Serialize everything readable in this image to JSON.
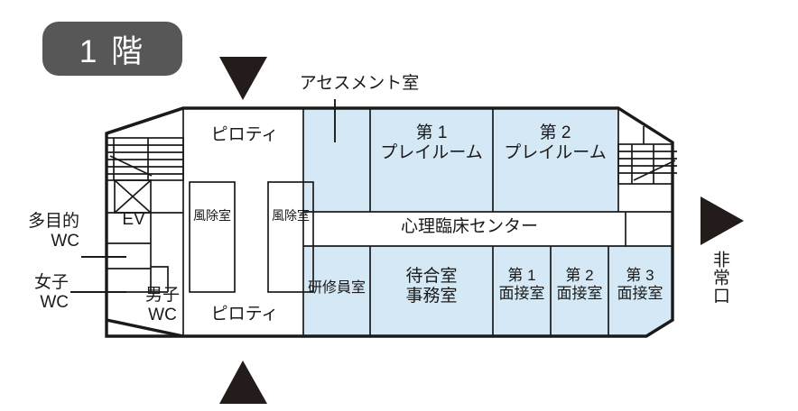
{
  "figure": {
    "floor_badge": "1 階",
    "badge_color": "#575757",
    "room_fill_color": "#d5e8f5",
    "line_color": "#1a1a1a",
    "background_color": "#ffffff"
  },
  "callouts": {
    "assessment_room": "アセスメント室",
    "multipurpose_wc": "多目的\nWC",
    "womens_wc": "女子\nWC",
    "emergency_exit": "非常口"
  },
  "arrows": [
    {
      "name": "entrance-arrow-top",
      "direction": "down"
    },
    {
      "name": "entrance-arrow-bottom",
      "direction": "up"
    },
    {
      "name": "emergency-exit-arrow",
      "direction": "right"
    }
  ],
  "rooms": [
    {
      "id": "piloti-top",
      "label": "ピロティ",
      "shaded": false
    },
    {
      "id": "piloti-bottom",
      "label": "ピロティ",
      "shaded": false
    },
    {
      "id": "ev",
      "label": "EV",
      "shaded": false
    },
    {
      "id": "mens-wc",
      "label": "男子\nWC",
      "shaded": false
    },
    {
      "id": "windbreak-room-1",
      "label": "風除室",
      "shaded": false
    },
    {
      "id": "windbreak-room-2",
      "label": "風除室",
      "shaded": false
    },
    {
      "id": "assessment-room",
      "label": "",
      "shaded": true
    },
    {
      "id": "playroom-1",
      "label": "第 1\nプレイルーム",
      "shaded": true
    },
    {
      "id": "playroom-2",
      "label": "第 2\nプレイルーム",
      "shaded": true
    },
    {
      "id": "clinical-center",
      "label": "心理臨床センター",
      "shaded": false
    },
    {
      "id": "trainee-room",
      "label": "研修員室",
      "shaded": true
    },
    {
      "id": "waiting-office",
      "label": "待合室\n事務室",
      "shaded": true
    },
    {
      "id": "interview-room-1",
      "label": "第 1\n面接室",
      "shaded": true
    },
    {
      "id": "interview-room-2",
      "label": "第 2\n面接室",
      "shaded": true
    },
    {
      "id": "interview-room-3",
      "label": "第 3\n面接室",
      "shaded": true
    }
  ]
}
